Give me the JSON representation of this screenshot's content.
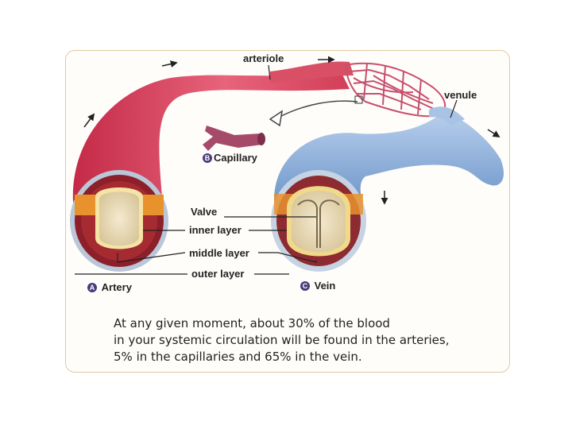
{
  "labels": {
    "arteriole": "arteriole",
    "venule": "venule",
    "capillary_tag": "B",
    "capillary": "Capillary",
    "valve": "Valve",
    "inner_layer": "inner layer",
    "middle_layer": "middle layer",
    "outer_layer": "outer layer",
    "artery_tag": "A",
    "artery": "Artery",
    "vein_tag": "C",
    "vein": "Vein"
  },
  "caption": {
    "line1": "At any given moment, about 30% of the blood",
    "line2": "in your systemic circulation will be found in the arteries,",
    "line3": "5% in the capillaries and 65% in the vein."
  },
  "colors": {
    "artery": "#d9475c",
    "vein": "#8fb3dc",
    "capillary": "#b24f6e",
    "tag": "#4a3a7a"
  }
}
